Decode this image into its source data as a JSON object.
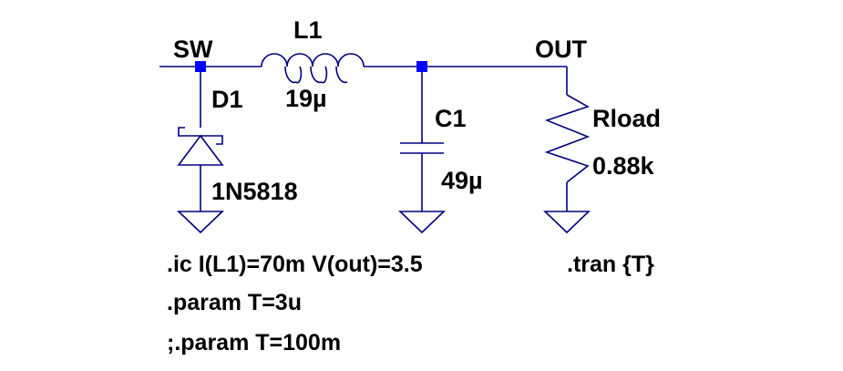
{
  "schematic": {
    "nodes": {
      "sw": "SW",
      "out": "OUT"
    },
    "components": {
      "inductor": {
        "name": "L1",
        "value": "19µ"
      },
      "diode": {
        "name": "D1",
        "model": "1N5818"
      },
      "capacitor": {
        "name": "C1",
        "value": "49µ"
      },
      "resistor": {
        "name": "Rload",
        "value": "0.88k"
      }
    },
    "directives": {
      "ic": ".ic I(L1)=70m V(out)=3.5",
      "tran": ".tran {T}",
      "param": ".param T=3u",
      "param_commented": ";.param T=100m"
    },
    "colors": {
      "wire": "#000080",
      "junction": "#0000ff",
      "text": "#000000",
      "background": "#ffffff"
    }
  }
}
